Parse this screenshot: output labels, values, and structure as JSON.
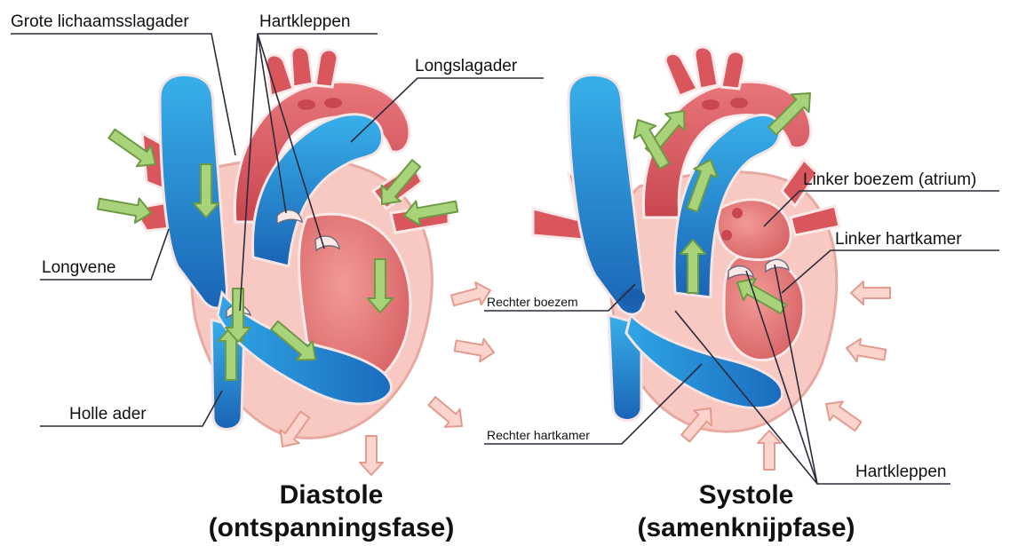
{
  "labels": {
    "aorta": "Grote lichaamsslagader",
    "valves_top": "Hartkleppen",
    "pulmonary_artery": "Longslagader",
    "pulmonary_vein": "Longvene",
    "vena_cava": "Holle ader",
    "right_atrium": "Rechter boezem",
    "right_ventricle": "Rechter hartkamer",
    "left_atrium": "Linker boezem (atrium)",
    "left_ventricle": "Linker hartkamer",
    "valves_bottom": "Hartkleppen"
  },
  "panels": {
    "diastole": {
      "title": "Diastole",
      "subtitle": "(ontspanningsfase)"
    },
    "systole": {
      "title": "Systole",
      "subtitle": "(samenknijpfase)"
    }
  },
  "colors": {
    "blood_deoxygenated": "#2aa3e0",
    "blood_deoxygenated_dark": "#1c6fbf",
    "blood_oxygenated": "#e26b6b",
    "heart_muscle": "#f7c9c2",
    "flow_arrow": "#a9d37a",
    "pressure_arrow": "#fbd4cd"
  }
}
